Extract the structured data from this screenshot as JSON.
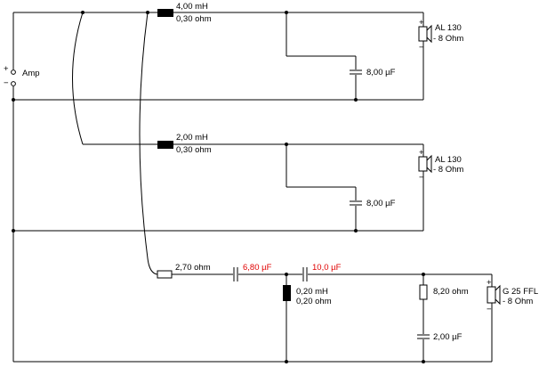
{
  "terminals": {
    "plus": "+",
    "minus": "−",
    "source": "Amp"
  },
  "accent_red": "#e00000",
  "branch1": {
    "inductor": {
      "value": "4,00 mH",
      "resistance": "0,30 ohm"
    },
    "capacitor": "8,00 µF",
    "speaker": {
      "model": "AL 130",
      "impedance": "- 8 Ohm"
    }
  },
  "branch2": {
    "inductor": {
      "value": "2,00 mH",
      "resistance": "0,30 ohm"
    },
    "capacitor": "8,00 µF",
    "speaker": {
      "model": "AL 130",
      "impedance": "- 8 Ohm"
    }
  },
  "branch3": {
    "resistor": "2,70 ohm",
    "capacitor1": "6,80 µF",
    "capacitor2": "10,0 µF",
    "inductor": {
      "value": "0,20 mH",
      "resistance": "0,20 ohm"
    },
    "zobel_resistor": "8,20 ohm",
    "zobel_capacitor": "2,00 µF",
    "speaker": {
      "model": "G 25 FFL",
      "impedance": "- 8 Ohm"
    }
  }
}
